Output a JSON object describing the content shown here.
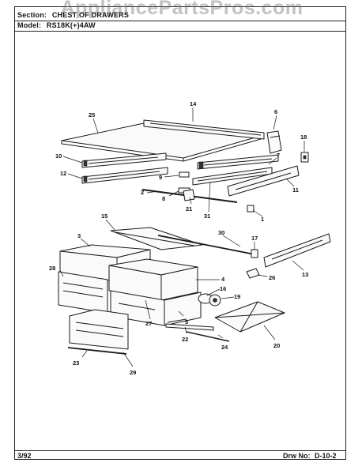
{
  "header": {
    "section_label": "Section:",
    "section_value": "CHEST OF DRAWERS",
    "model_label": "Model:",
    "model_value": "RS18K(+)4AW"
  },
  "watermark": "AppliancePartsPros.com",
  "footer": {
    "date": "3/92",
    "drawing_label": "Drw No:",
    "drawing_value": "D-10-2"
  },
  "callouts": [
    "1",
    "2",
    "3",
    "4",
    "5",
    "6",
    "7",
    "8",
    "9",
    "10",
    "11",
    "12",
    "13",
    "14",
    "15",
    "16",
    "17",
    "18",
    "19",
    "20",
    "21",
    "22",
    "23",
    "24",
    "25",
    "26",
    "27",
    "28",
    "29",
    "30",
    "31"
  ]
}
